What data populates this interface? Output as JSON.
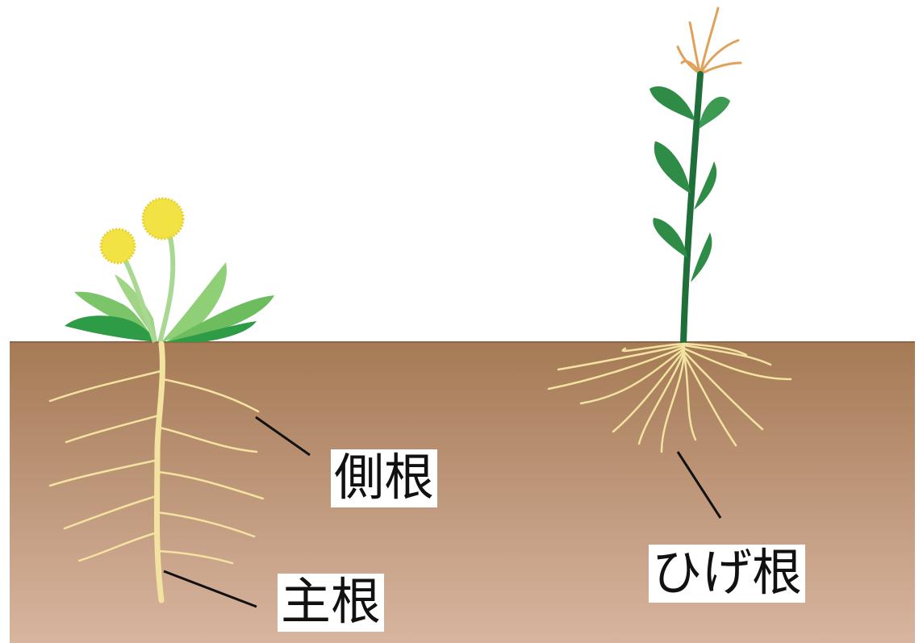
{
  "labels": {
    "lateral_root": "側根",
    "taproot": "主根",
    "fibrous_root": "ひげ根"
  },
  "colors": {
    "soil_top": "#a57a55",
    "soil_bottom": "#d8b5a0",
    "root": "#f3e3a0",
    "flower": "#f2e243",
    "leaf_light": "#7cc46a",
    "leaf_dark": "#2e9b47",
    "corn_stem": "#1f6f3a",
    "corn_leaf": "#2f8c47",
    "tassel": "#e0a25a",
    "leader_line": "#111111"
  }
}
